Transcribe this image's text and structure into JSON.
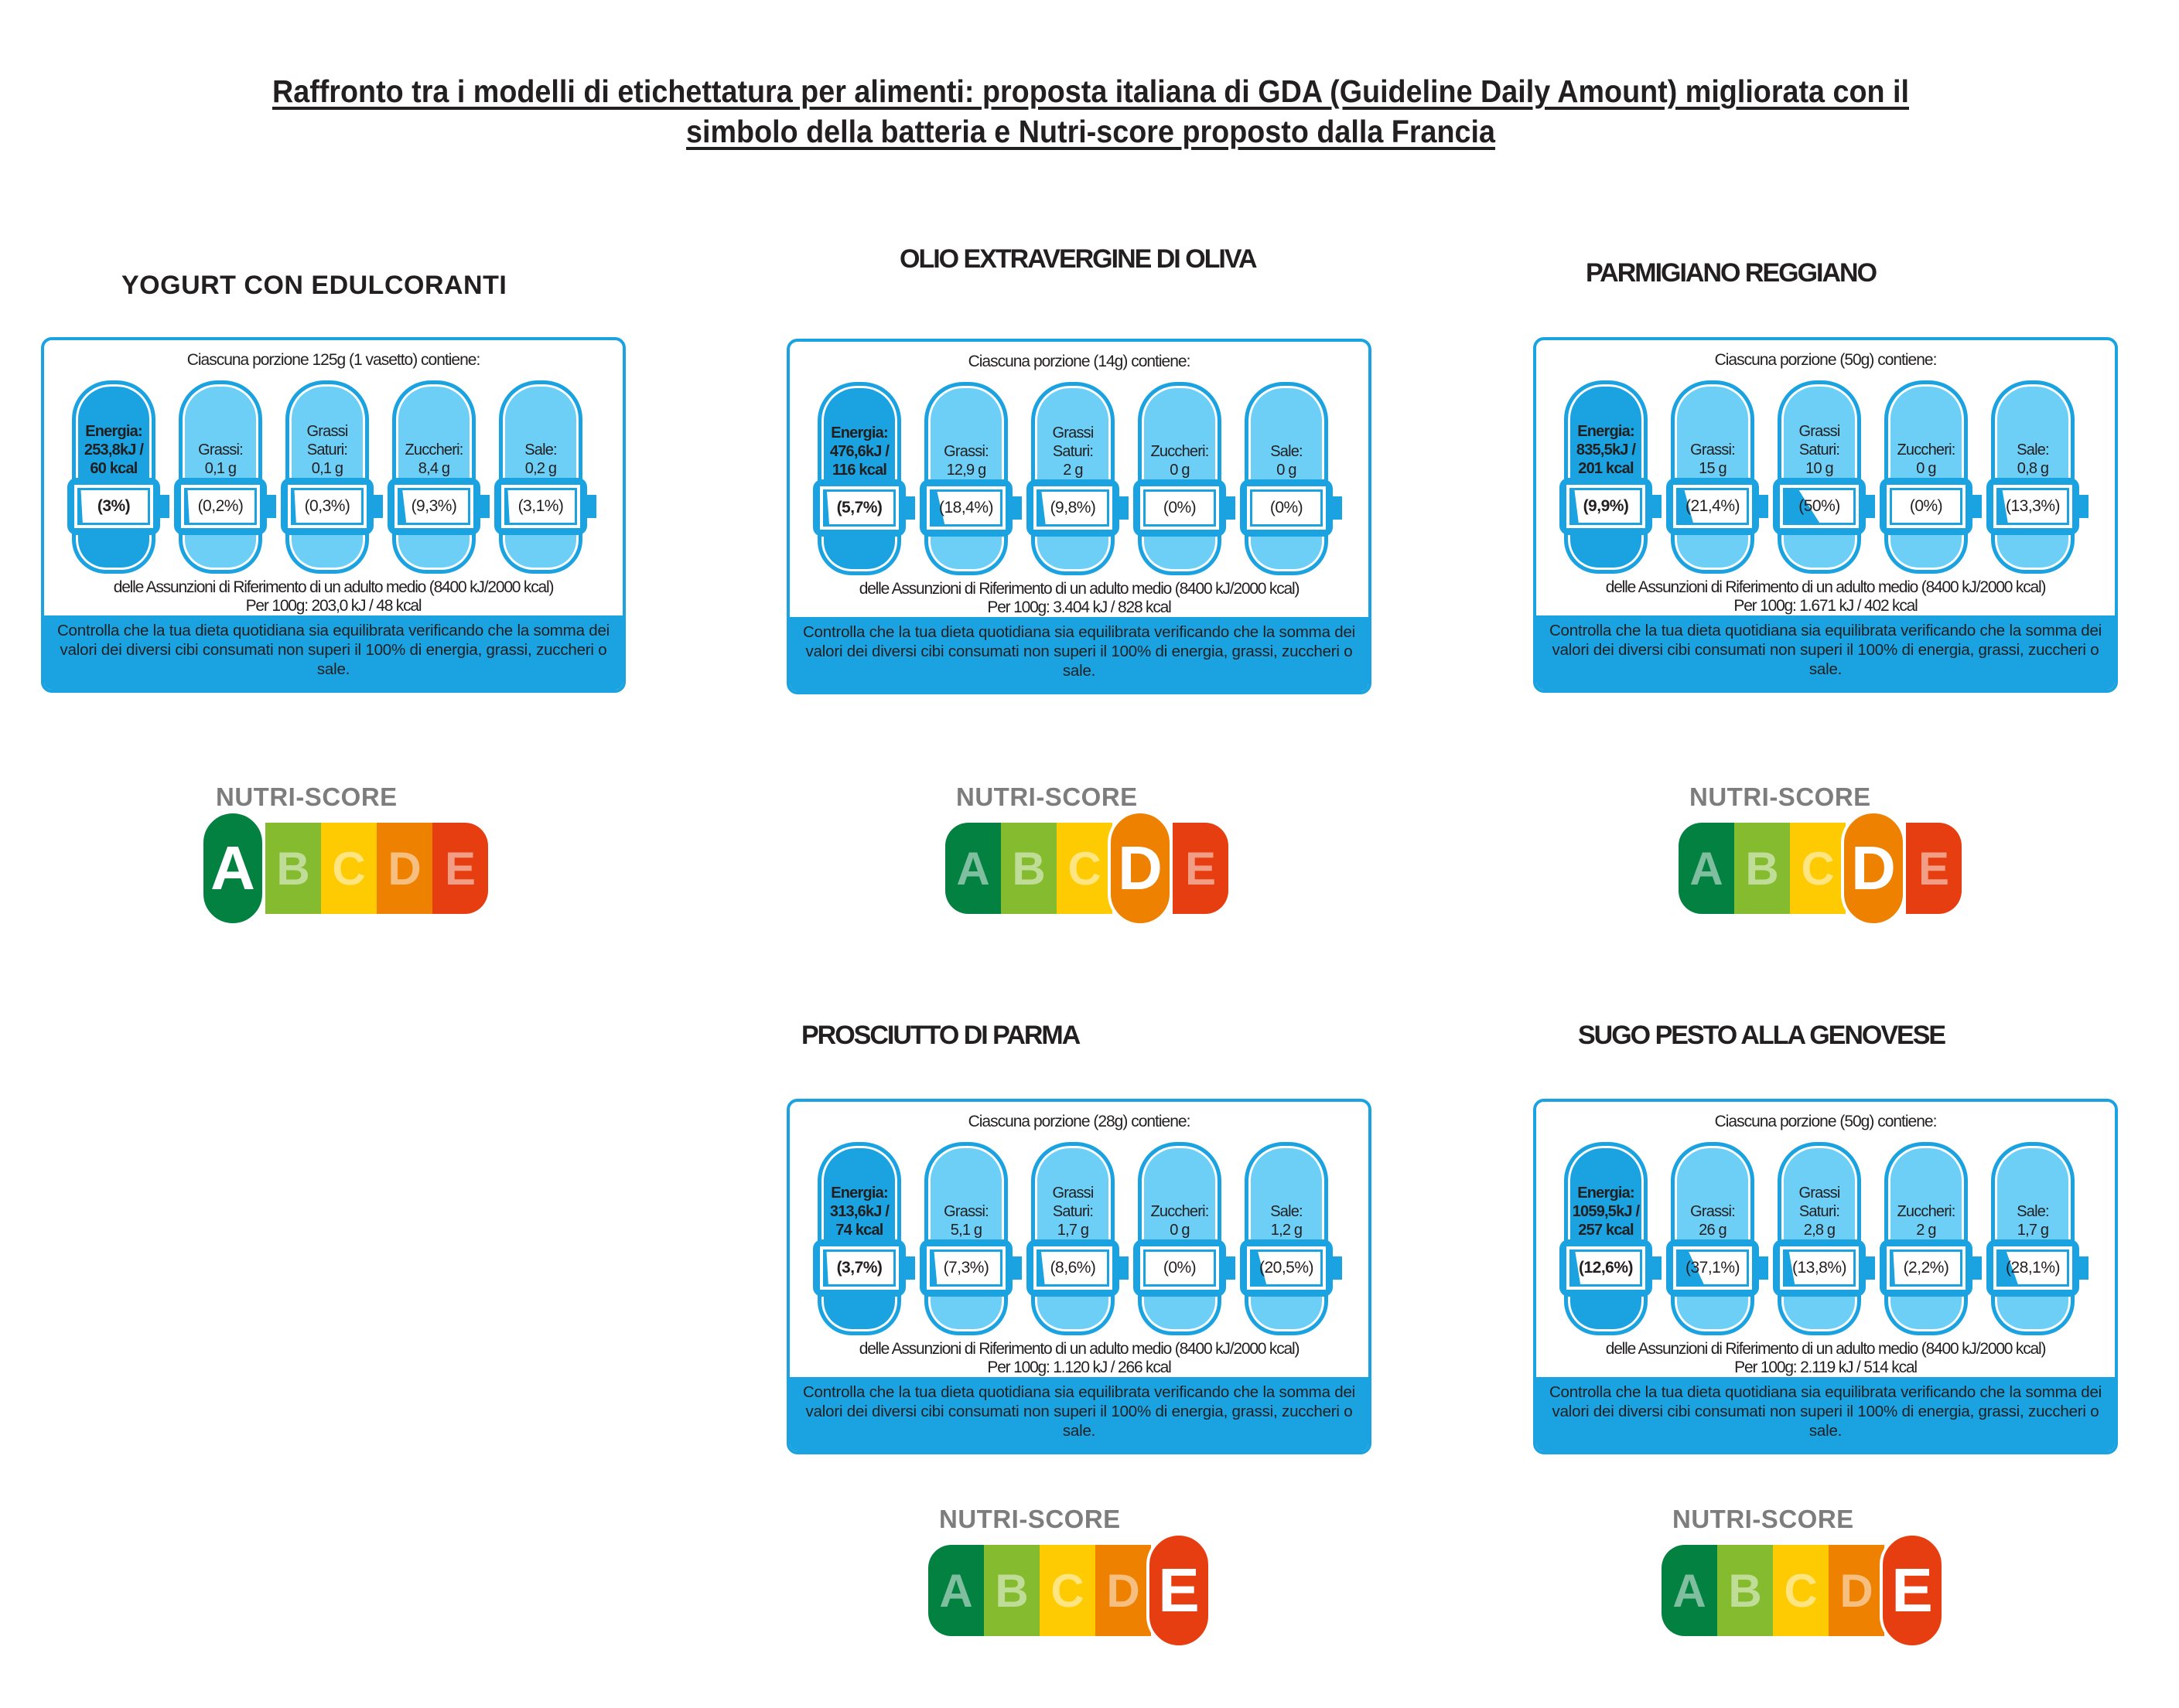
{
  "title": {
    "line1": "Raffronto tra i modelli di etichettatura per alimenti: proposta italiana di GDA (Guideline Daily Amount) migliorata con il",
    "line2": "simbolo della batteria e Nutri-score proposto dalla Francia"
  },
  "colors": {
    "gda_blue": "#1aa3e0",
    "gda_light": "#6dcff6",
    "nutri_A": "#038141",
    "nutri_B": "#85bb2f",
    "nutri_C": "#fecb02",
    "nutri_D": "#ee8100",
    "nutri_E": "#e63e11"
  },
  "common": {
    "reference_text": "delle Assunzioni di Riferimento di un adulto medio (8400 kJ/2000 kcal)",
    "footer_text": "Controlla che la tua dieta quotidiana sia equilibrata verificando che la somma dei valori dei diversi cibi consumati non superi il 100% di energia, grassi, zuccheri o sale.",
    "nutri_label": "NUTRI-SCORE",
    "nutri_letters": [
      "A",
      "B",
      "C",
      "D",
      "E"
    ]
  },
  "products": [
    {
      "name": "YOGURT CON EDULCORANTI",
      "portion": "Ciascuna porzione 125g (1 vasetto) contiene:",
      "per100": "Per 100g: 203,0 kJ / 48 kcal",
      "nutri_score": "A",
      "items": [
        {
          "label1": "Energia:",
          "label2": "253,8kJ /",
          "label3": "60 kcal",
          "pct": "(3%)",
          "fill": 3
        },
        {
          "label1": "",
          "label2": "Grassi:",
          "label3": "0,1 g",
          "pct": "(0,2%)",
          "fill": 0.2
        },
        {
          "label1": "Grassi",
          "label2": "Saturi:",
          "label3": "0,1 g",
          "pct": "(0,3%)",
          "fill": 0.3
        },
        {
          "label1": "",
          "label2": "Zuccheri:",
          "label3": "8,4 g",
          "pct": "(9,3%)",
          "fill": 9.3
        },
        {
          "label1": "",
          "label2": "Sale:",
          "label3": "0,2 g",
          "pct": "(3,1%)",
          "fill": 3.1
        }
      ]
    },
    {
      "name": "OLIO EXTRAVERGINE DI OLIVA",
      "portion": "Ciascuna porzione (14g) contiene:",
      "per100": "Per 100g: 3.404 kJ / 828 kcal",
      "nutri_score": "D",
      "items": [
        {
          "label1": "Energia:",
          "label2": "476,6kJ /",
          "label3": "116 kcal",
          "pct": "(5,7%)",
          "fill": 5.7
        },
        {
          "label1": "",
          "label2": "Grassi:",
          "label3": "12,9 g",
          "pct": "(18,4%)",
          "fill": 18.4
        },
        {
          "label1": "Grassi",
          "label2": "Saturi:",
          "label3": "2 g",
          "pct": "(9,8%)",
          "fill": 9.8
        },
        {
          "label1": "",
          "label2": "Zuccheri:",
          "label3": "0 g",
          "pct": "(0%)",
          "fill": 0
        },
        {
          "label1": "",
          "label2": "Sale:",
          "label3": "0 g",
          "pct": "(0%)",
          "fill": 0
        }
      ]
    },
    {
      "name": "PARMIGIANO REGGIANO",
      "portion": "Ciascuna porzione (50g) contiene:",
      "per100": "Per 100g: 1.671 kJ / 402 kcal",
      "nutri_score": "D",
      "items": [
        {
          "label1": "Energia:",
          "label2": "835,5kJ /",
          "label3": "201 kcal",
          "pct": "(9,9%)",
          "fill": 9.9
        },
        {
          "label1": "",
          "label2": "Grassi:",
          "label3": "15 g",
          "pct": "(21,4%)",
          "fill": 21.4
        },
        {
          "label1": "Grassi",
          "label2": "Saturi:",
          "label3": "10 g",
          "pct": "(50%)",
          "fill": 50
        },
        {
          "label1": "",
          "label2": "Zuccheri:",
          "label3": "0 g",
          "pct": "(0%)",
          "fill": 0
        },
        {
          "label1": "",
          "label2": "Sale:",
          "label3": "0,8 g",
          "pct": "(13,3%)",
          "fill": 13.3
        }
      ]
    },
    {
      "name": "PROSCIUTTO DI PARMA",
      "portion": "Ciascuna porzione (28g) contiene:",
      "per100": "Per 100g: 1.120 kJ / 266 kcal",
      "nutri_score": "E",
      "items": [
        {
          "label1": "Energia:",
          "label2": "313,6kJ /",
          "label3": "74 kcal",
          "pct": "(3,7%)",
          "fill": 3.7
        },
        {
          "label1": "",
          "label2": "Grassi:",
          "label3": "5,1 g",
          "pct": "(7,3%)",
          "fill": 7.3
        },
        {
          "label1": "Grassi",
          "label2": "Saturi:",
          "label3": "1,7 g",
          "pct": "(8,6%)",
          "fill": 8.6
        },
        {
          "label1": "",
          "label2": "Zuccheri:",
          "label3": "0 g",
          "pct": "(0%)",
          "fill": 0
        },
        {
          "label1": "",
          "label2": "Sale:",
          "label3": "1,2 g",
          "pct": "(20,5%)",
          "fill": 20.5
        }
      ]
    },
    {
      "name": "SUGO PESTO ALLA GENOVESE",
      "portion": "Ciascuna porzione (50g) contiene:",
      "per100": "Per 100g: 2.119 kJ / 514 kcal",
      "nutri_score": "E",
      "items": [
        {
          "label1": "Energia:",
          "label2": "1059,5kJ /",
          "label3": "257 kcal",
          "pct": "(12,6%)",
          "fill": 12.6
        },
        {
          "label1": "",
          "label2": "Grassi:",
          "label3": "26 g",
          "pct": "(37,1%)",
          "fill": 37.1
        },
        {
          "label1": "Grassi",
          "label2": "Saturi:",
          "label3": "2,8 g",
          "pct": "(13,8%)",
          "fill": 13.8
        },
        {
          "label1": "",
          "label2": "Zuccheri:",
          "label3": "2 g",
          "pct": "(2,2%)",
          "fill": 2.2
        },
        {
          "label1": "",
          "label2": "Sale:",
          "label3": "1,7 g",
          "pct": "(28,1%)",
          "fill": 28.1
        }
      ]
    }
  ]
}
